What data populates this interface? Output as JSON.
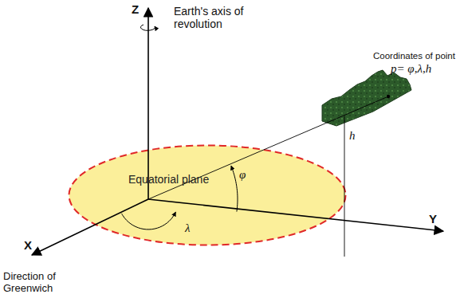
{
  "diagram": {
    "nodes": [
      {
        "text": [
          "Equatorial plane"
        ]
      }
    ],
    "labels": [
      "Z",
      "Earth's axis of revolution",
      "Coordinates of point",
      "p= φ,λ,h",
      "h",
      "φ",
      "λ",
      "X",
      "Y",
      "Direction of Greenwich"
    ]
  }
}
